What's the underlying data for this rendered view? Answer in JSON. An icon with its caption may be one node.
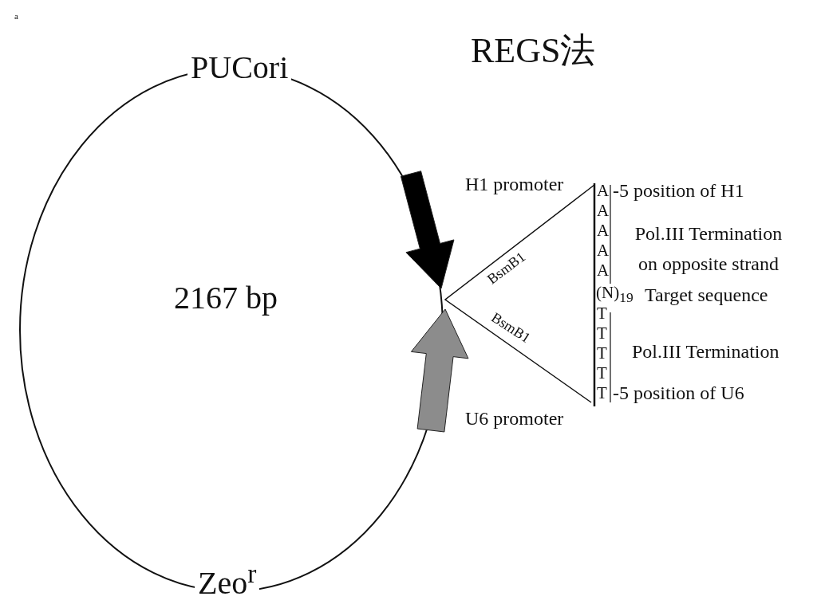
{
  "diagram": {
    "title": "REGS法",
    "labels": [
      "a",
      "PUCori",
      "H1 promoter",
      "A",
      "-5 position of H1",
      "A",
      "A",
      "Pol.III Termination on opposite strand",
      "A",
      "A",
      "BsmB1",
      "2167 bp",
      "(N)$_{19}$",
      "Target sequence",
      "BsmB1",
      "T",
      "T",
      "T",
      "Pol.III Termination",
      "T",
      "T",
      "-5 position of U6",
      "U6 promoter",
      "Zeo$^{r}$"
    ]
  }
}
